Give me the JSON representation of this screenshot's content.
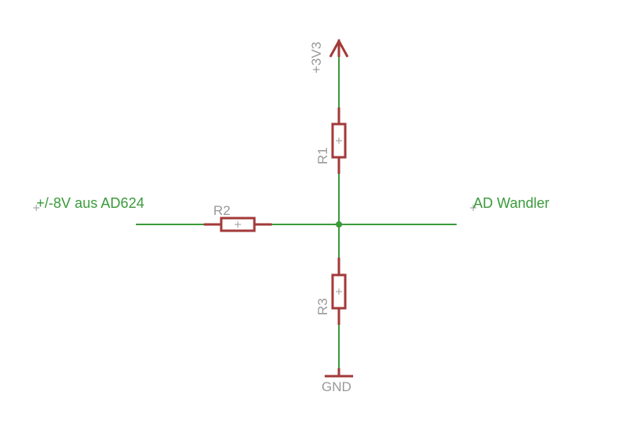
{
  "labels": {
    "supply": "+3V3",
    "ground": "GND",
    "input": "+/-8V aus AD624",
    "output": "AD Wandler"
  },
  "resistors": {
    "r1": "R1",
    "r2": "R2",
    "r3": "R3"
  },
  "colors": {
    "wire": "#3a9a3a",
    "component": "#a33a3a",
    "label_gray": "#9a9a9a"
  }
}
